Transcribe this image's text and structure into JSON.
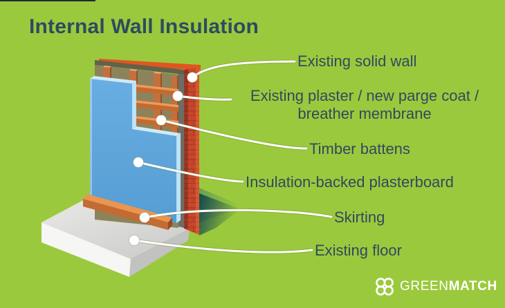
{
  "title": "Internal Wall Insulation",
  "callouts": [
    {
      "id": "existing-solid-wall",
      "label": "Existing solid wall"
    },
    {
      "id": "plaster-parge-membrane",
      "label": "Existing plaster / new parge coat /",
      "label_line2": "breather membrane"
    },
    {
      "id": "timber-battens",
      "label": "Timber battens"
    },
    {
      "id": "insulation-backed-plasterboard",
      "label": "Insulation-backed plasterboard"
    },
    {
      "id": "skirting",
      "label": "Skirting"
    },
    {
      "id": "existing-floor",
      "label": "Existing floor"
    }
  ],
  "logo": {
    "word1": "GREEN",
    "word2": "MATCH",
    "icon": "clover-icon"
  },
  "colors": {
    "background": "#9bc93d",
    "title_text": "#2e4b5e",
    "label_text": "#2e4b5e",
    "callout_line": "#ffffff",
    "brick_red": "#c8462c",
    "brick_mortar": "#a53b25",
    "plaster_olive": "#8d835a",
    "plaster_top": "#62624a",
    "membrane_gray": "#6d6d65",
    "batten_orange": "#c4703c",
    "batten_top": "#ef9a58",
    "batten_front": "#c46a31",
    "insulation_blue": "#63aadf",
    "insulation_bevel": "#cdebf9",
    "skirting_orange": "#ec9550",
    "skirting_front": "#c26b33",
    "floor_gray": "#d8d8d6",
    "floor_front": "#f6f6f4",
    "logo_white": "#ffffff",
    "topbar_dark": "#1e2a33"
  }
}
